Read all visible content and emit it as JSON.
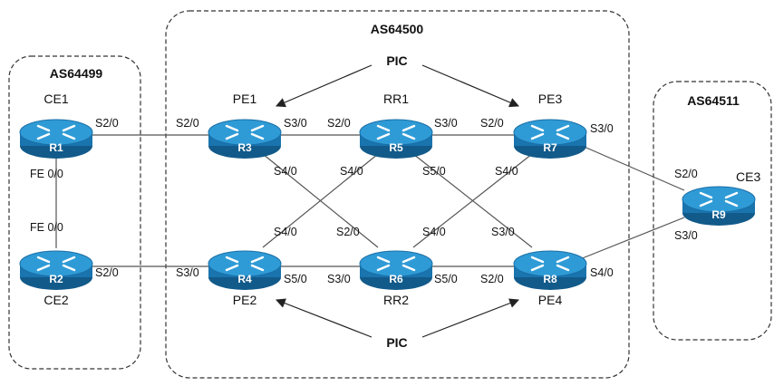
{
  "autonomous_systems": [
    {
      "id": "as64499",
      "label": "AS64499"
    },
    {
      "id": "as64500",
      "label": "AS64500"
    },
    {
      "id": "as64511",
      "label": "AS64511"
    }
  ],
  "pic_top_label": "PIC",
  "pic_bottom_label": "PIC",
  "routers": [
    {
      "id": "R1",
      "label": "R1",
      "device": "CE1"
    },
    {
      "id": "R2",
      "label": "R2",
      "device": "CE2"
    },
    {
      "id": "R3",
      "label": "R3",
      "device": "PE1"
    },
    {
      "id": "R4",
      "label": "R4",
      "device": "PE2"
    },
    {
      "id": "R5",
      "label": "R5",
      "device": "RR1"
    },
    {
      "id": "R6",
      "label": "R6",
      "device": "RR2"
    },
    {
      "id": "R7",
      "label": "R7",
      "device": "PE3"
    },
    {
      "id": "R8",
      "label": "R8",
      "device": "PE4"
    },
    {
      "id": "R9",
      "label": "R9",
      "device": "CE3"
    }
  ],
  "links": [
    {
      "from": "R1",
      "to": "R3",
      "from_if": "S2/0",
      "to_if": "S2/0"
    },
    {
      "from": "R1",
      "to": "R2",
      "from_if": "FE 0/0",
      "to_if": "FE 0/0"
    },
    {
      "from": "R2",
      "to": "R4",
      "from_if": "S2/0",
      "to_if": "S3/0"
    },
    {
      "from": "R3",
      "to": "R5",
      "from_if": "S3/0",
      "to_if": "S2/0"
    },
    {
      "from": "R3",
      "to": "R6",
      "from_if": "S4/0",
      "to_if": "S2/0"
    },
    {
      "from": "R5",
      "to": "R4",
      "from_if": "S4/0",
      "to_if": "S4/0"
    },
    {
      "from": "R5",
      "to": "R7",
      "from_if": "S3/0",
      "to_if": "S2/0"
    },
    {
      "from": "R5",
      "to": "R8",
      "from_if": "S5/0",
      "to_if": "S3/0"
    },
    {
      "from": "R4",
      "to": "R6",
      "from_if": "S5/0",
      "to_if": "S3/0"
    },
    {
      "from": "R6",
      "to": "R8",
      "from_if": "S5/0",
      "to_if": "S2/0"
    },
    {
      "from": "R6",
      "to": "R7",
      "from_if": "S4/0",
      "to_if": "S4/0"
    },
    {
      "from": "R7",
      "to": "R9",
      "from_if": "S3/0",
      "to_if": "S2/0"
    },
    {
      "from": "R8",
      "to": "R9",
      "from_if": "S4/0",
      "to_if": "S3/0"
    }
  ],
  "colors": {
    "router_top": "#2f9bd6",
    "router_side": "#1a74ae",
    "router_dark": "#125a8a",
    "link": "#555555",
    "box_border": "#333333"
  }
}
